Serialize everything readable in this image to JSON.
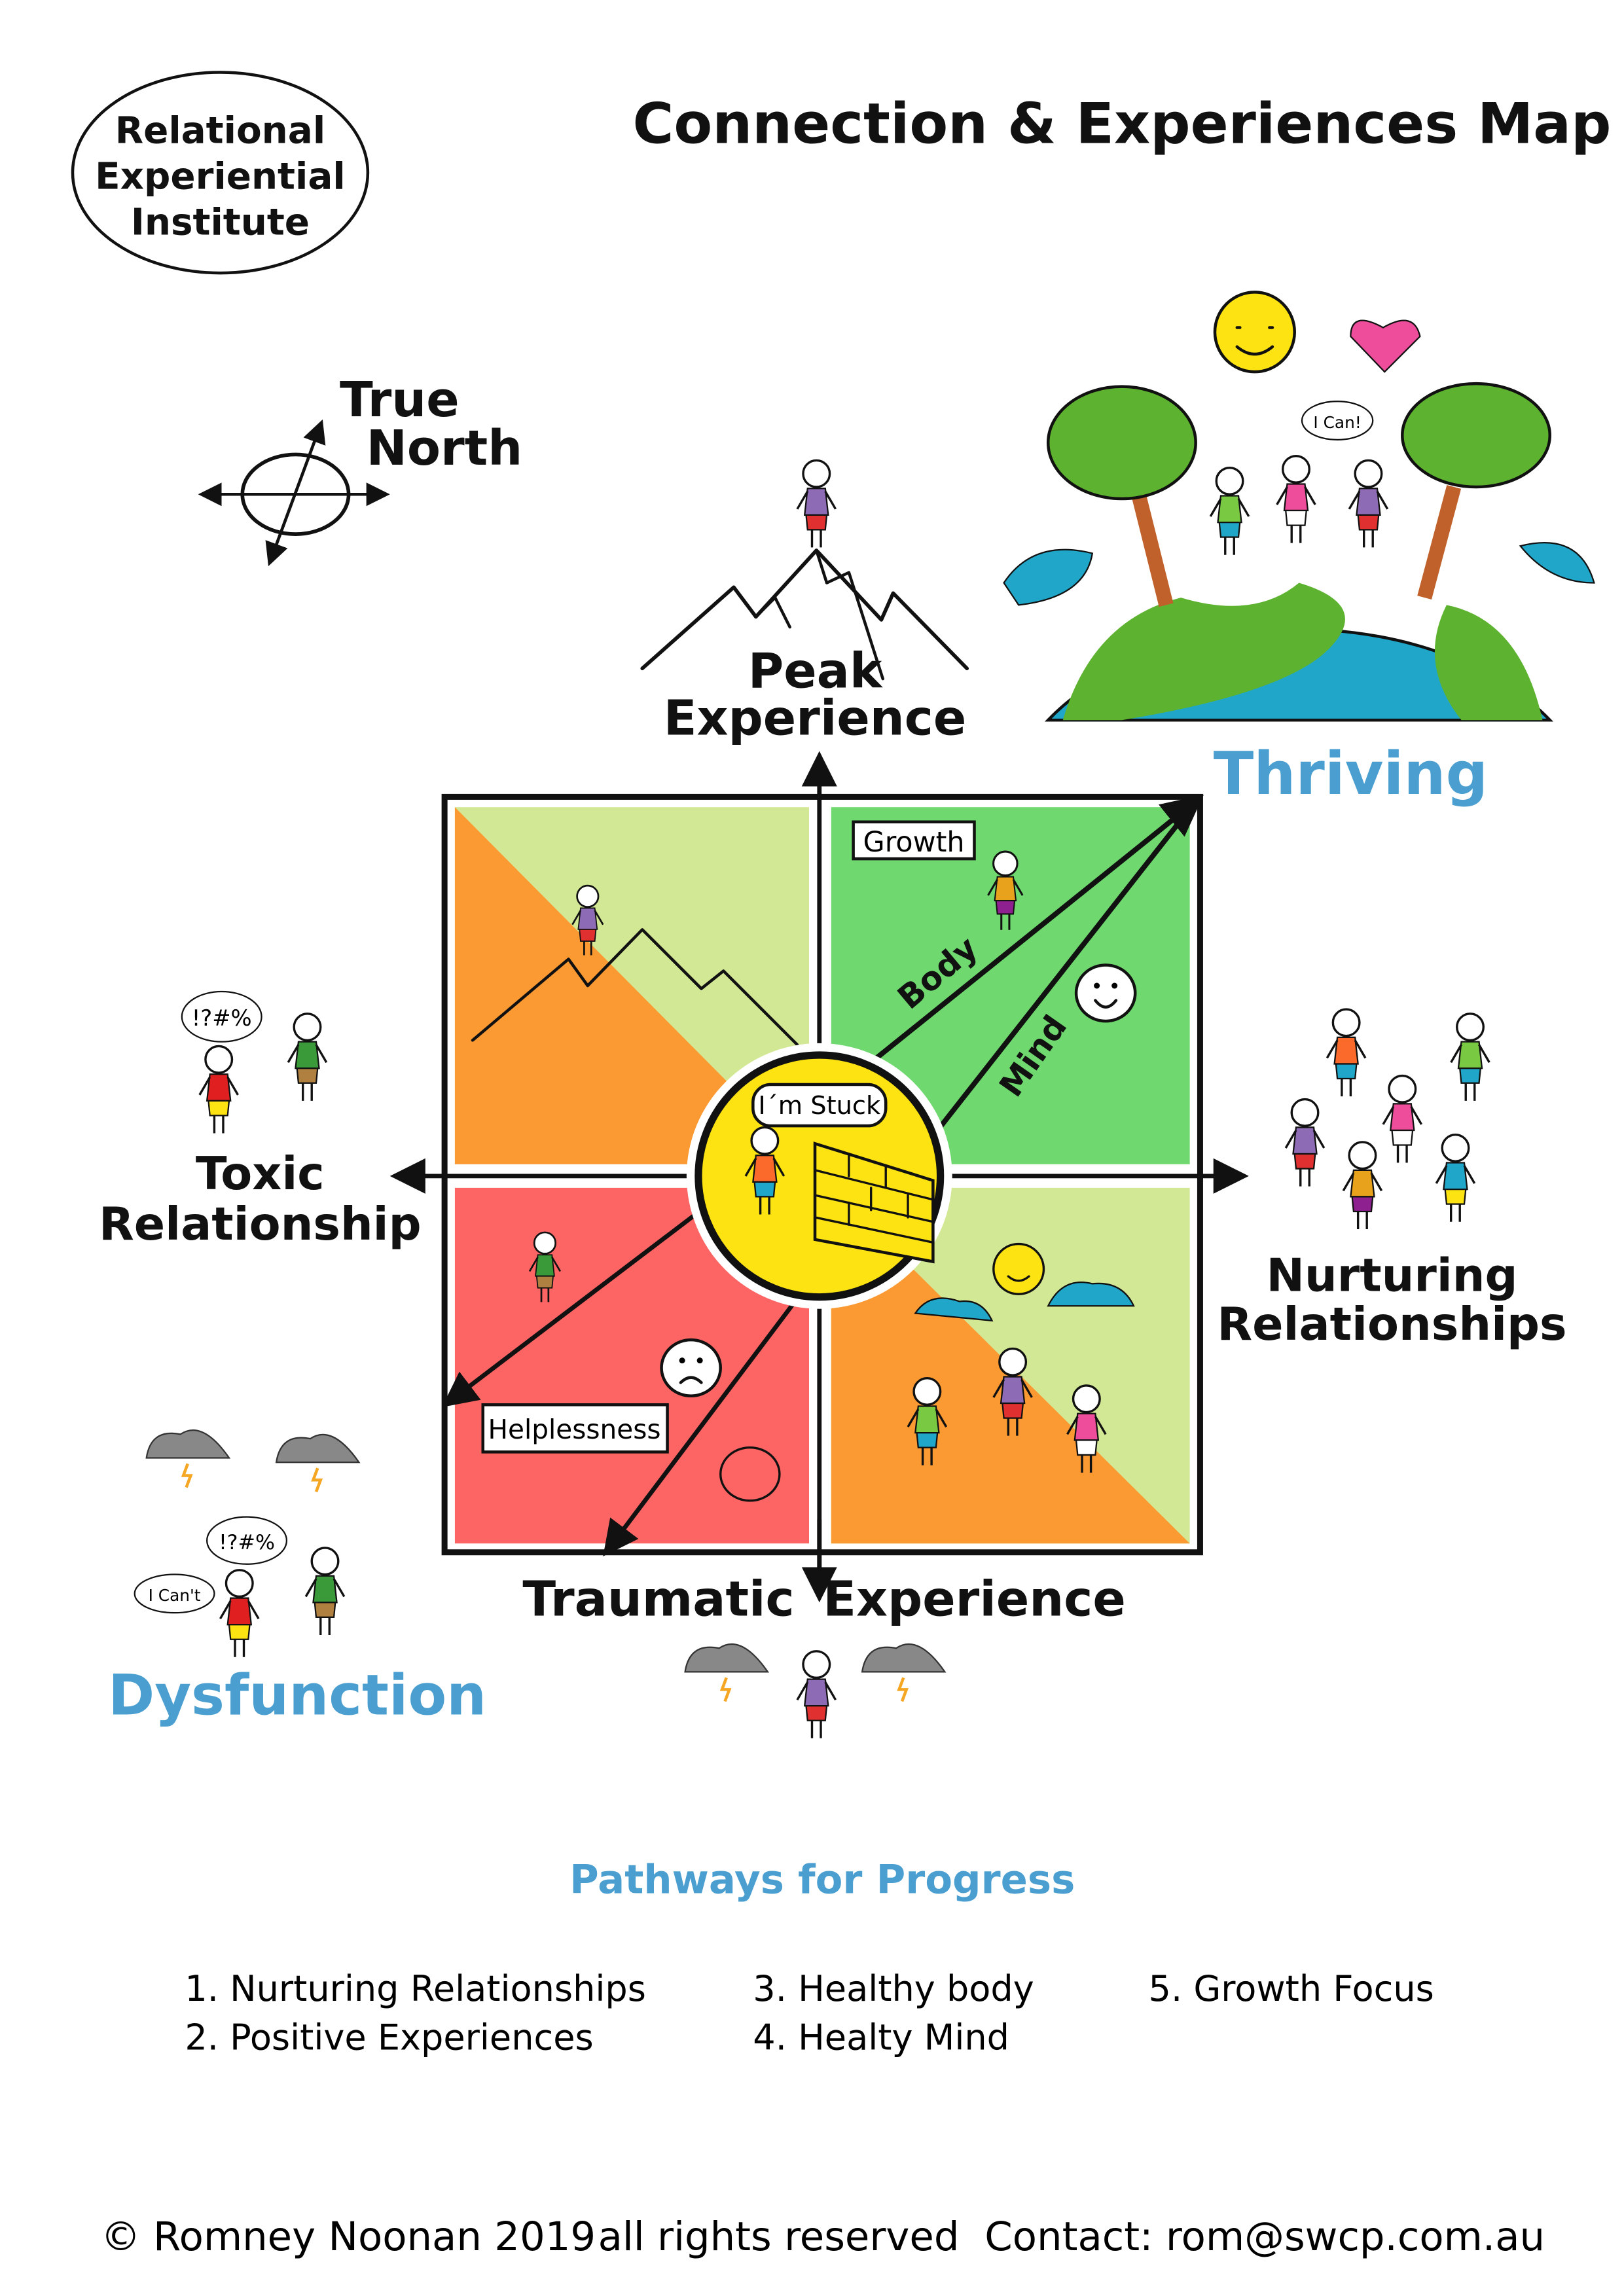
{
  "logo": {
    "lines": [
      "Relational",
      "Experiential",
      "Institute"
    ]
  },
  "title": "Connection & Experiences Map",
  "compass": {
    "line1": "True",
    "line2": "North"
  },
  "peak": {
    "line1": "Peak",
    "line2": "Experience"
  },
  "thriving": "Thriving",
  "thriving_bubble": "I Can!",
  "growth_label": "Growth",
  "body_label": "Body",
  "mind_label": "Mind",
  "stuck_bubble": "I´m Stuck",
  "helplessness_label": "Helplessness",
  "toxic": {
    "line1": "Toxic",
    "line2": "Relationship",
    "bubble": "!?#%"
  },
  "nurturing": {
    "line1": "Nurturing",
    "line2": "Relationships"
  },
  "traumatic": "Traumatic",
  "experience": "Experience",
  "dysfunction": {
    "label": "Dysfunction",
    "bubble1": "!?#%",
    "bubble2": "I Can't"
  },
  "pathways": {
    "title": "Pathways for Progress",
    "items": [
      "1.  Nurturing Relationships",
      "2.  Positive Experiences",
      "3.  Healthy body",
      "4.  Healty Mind",
      "5.  Growth Focus"
    ]
  },
  "footer": {
    "copyright": "© Romney Noonan 2019",
    "rights": "all rights reserved",
    "contact": "Contact: rom@swcp.com.au"
  },
  "colors": {
    "orange": "#fb9a33",
    "light_green": "#d3e895",
    "green": "#6fd96f",
    "red": "#fd6565",
    "yellow": "#fde311",
    "blue": "#4a9fd0"
  }
}
